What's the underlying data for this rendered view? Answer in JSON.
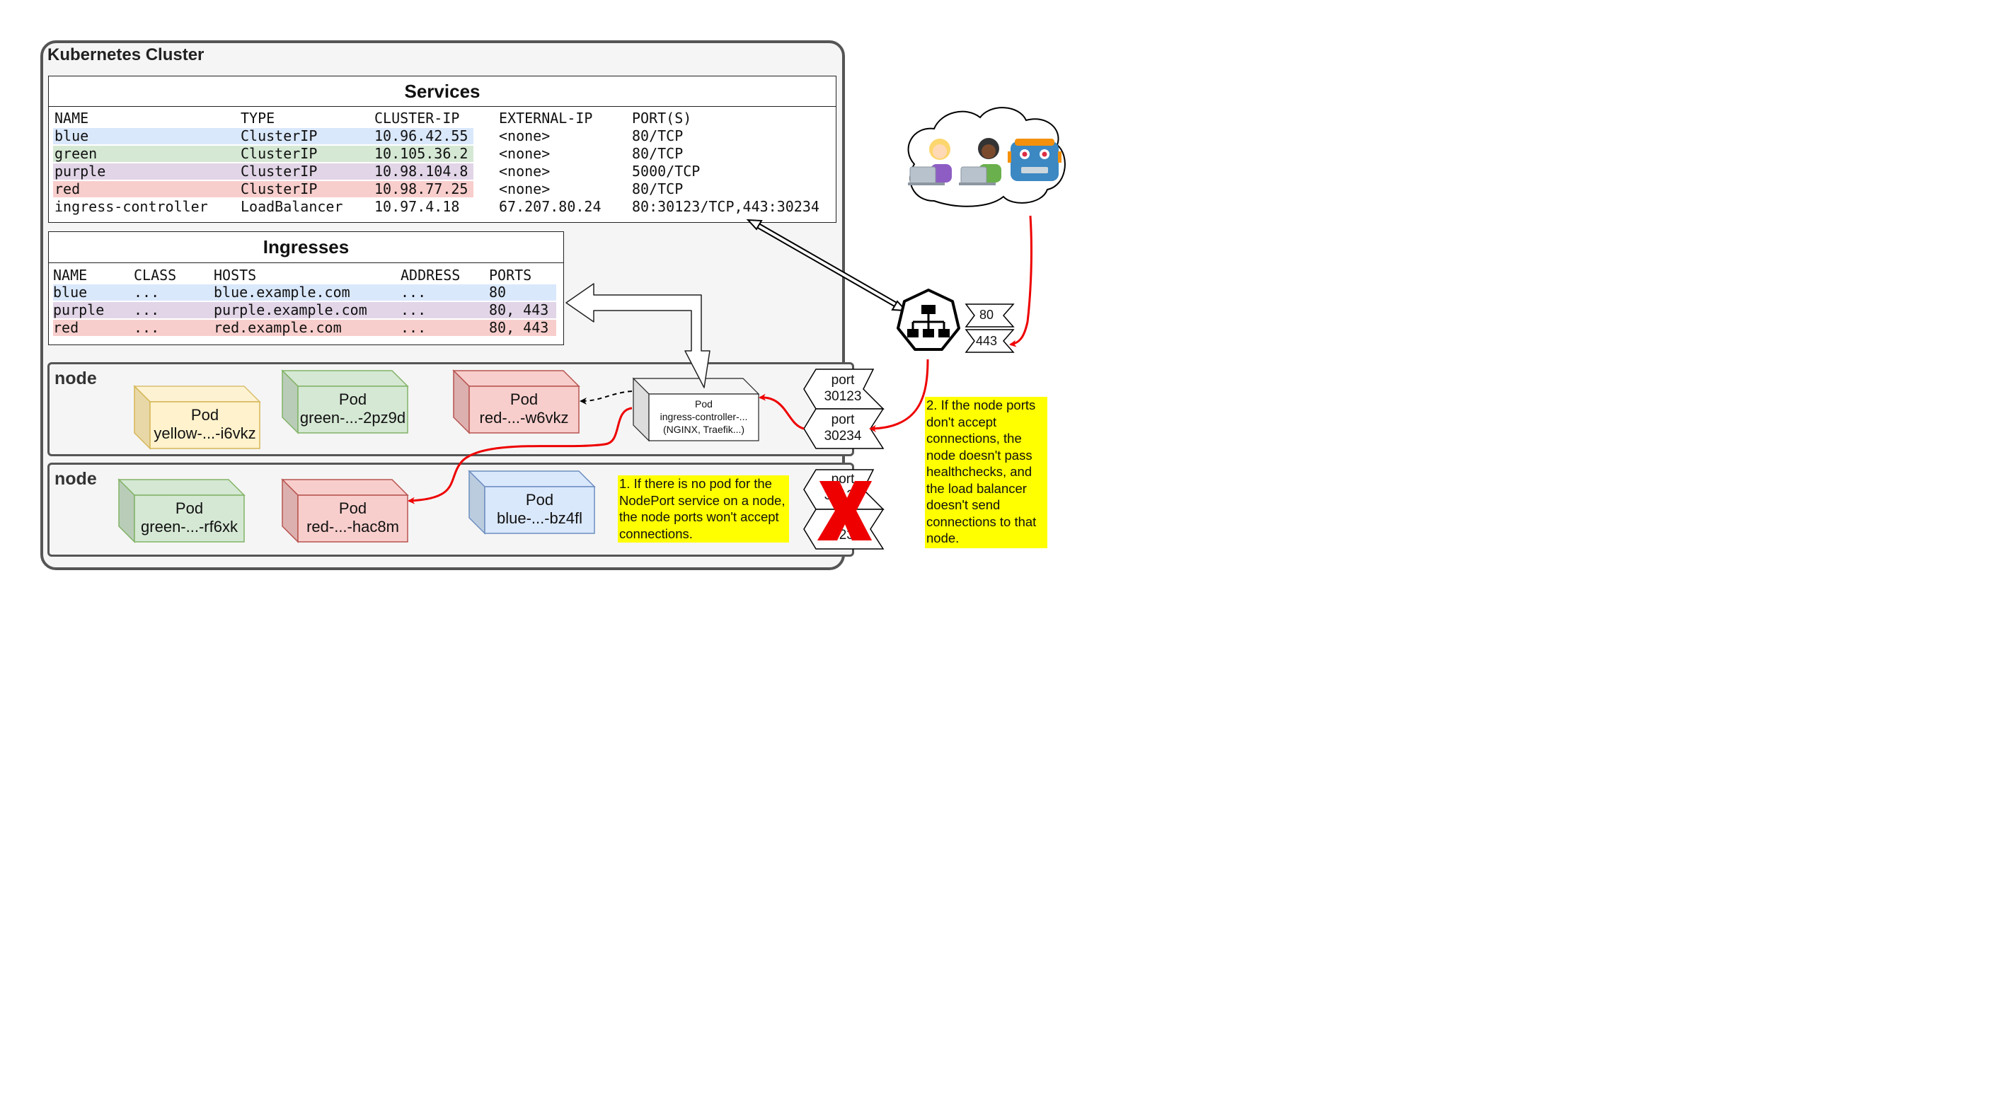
{
  "cluster": {
    "title": "Kubernetes Cluster"
  },
  "services": {
    "title": "Services",
    "header": [
      "NAME",
      "TYPE",
      "CLUSTER-IP",
      "EXTERNAL-IP",
      "PORT(S)"
    ],
    "rows": [
      {
        "name": "blue",
        "type": "ClusterIP",
        "cluster_ip": "10.96.42.55",
        "external_ip": "<none>",
        "ports": "80/TCP",
        "color": "#dae8fc"
      },
      {
        "name": "green",
        "type": "ClusterIP",
        "cluster_ip": "10.105.36.2",
        "external_ip": "<none>",
        "ports": "80/TCP",
        "color": "#d5e8d4"
      },
      {
        "name": "purple",
        "type": "ClusterIP",
        "cluster_ip": "10.98.104.8",
        "external_ip": "<none>",
        "ports": "5000/TCP",
        "color": "#e1d5e7"
      },
      {
        "name": "red",
        "type": "ClusterIP",
        "cluster_ip": "10.98.77.25",
        "external_ip": "<none>",
        "ports": "80/TCP",
        "color": "#f8cecc"
      },
      {
        "name": "ingress-controller",
        "type": "LoadBalancer",
        "cluster_ip": "10.97.4.18",
        "external_ip": "67.207.80.24",
        "ports": "80:30123/TCP,443:30234",
        "color": "#ffffff"
      }
    ]
  },
  "ingresses": {
    "title": "Ingresses",
    "header": [
      "NAME",
      "CLASS",
      "HOSTS",
      "ADDRESS",
      "PORTS"
    ],
    "rows": [
      {
        "name": "blue",
        "class": "...",
        "hosts": "blue.example.com",
        "address": "...",
        "ports": "80",
        "color": "#dae8fc"
      },
      {
        "name": "purple",
        "class": "...",
        "hosts": "purple.example.com",
        "address": "...",
        "ports": "80, 443",
        "color": "#e1d5e7"
      },
      {
        "name": "red",
        "class": "...",
        "hosts": "red.example.com",
        "address": "...",
        "ports": "80, 443",
        "color": "#f8cecc"
      }
    ]
  },
  "nodes": [
    {
      "title": "node"
    },
    {
      "title": "node"
    }
  ],
  "pods": {
    "yellow": {
      "line1": "Pod",
      "line2": "yellow-...-i6vkz"
    },
    "green1": {
      "line1": "Pod",
      "line2": "green-...-2pz9d"
    },
    "red1": {
      "line1": "Pod",
      "line2": "red-...-w6vkz"
    },
    "green2": {
      "line1": "Pod",
      "line2": "green-...-rf6xk"
    },
    "red2": {
      "line1": "Pod",
      "line2": "red-...-hac8m"
    },
    "blue": {
      "line1": "Pod",
      "line2": "blue-...-bz4fl"
    },
    "ingress": {
      "line1": "Pod",
      "line2": "ingress-controller-...",
      "line3": "(NGINX, Traefik...)"
    }
  },
  "node_ports": {
    "port1": {
      "line1": "port",
      "line2": "30123"
    },
    "port2": {
      "line1": "port",
      "line2": "30234"
    },
    "port3": {
      "line1": "port",
      "line2": "30123"
    },
    "port4": {
      "line1": "port",
      "line2": "30234"
    }
  },
  "lb_ports": {
    "p80": "80",
    "p443": "443"
  },
  "notes": {
    "note1": "1. If there is no pod for the NodePort service on a node, the node ports won't accept connections.",
    "note2": "2. If the node ports don't accept connections, the node doesn't pass healthchecks, and the load balancer doesn't send connections to that node."
  },
  "colors": {
    "red_arrow": "#ee0000",
    "highlight": "#ffff00",
    "pod_yellow": "#fff2cc",
    "pod_green": "#d5e8d4",
    "pod_red": "#f8cecc",
    "pod_blue": "#dae8fc"
  },
  "icons": [
    "users-cloud-icon",
    "load-balancer-icon",
    "red-x-icon"
  ]
}
